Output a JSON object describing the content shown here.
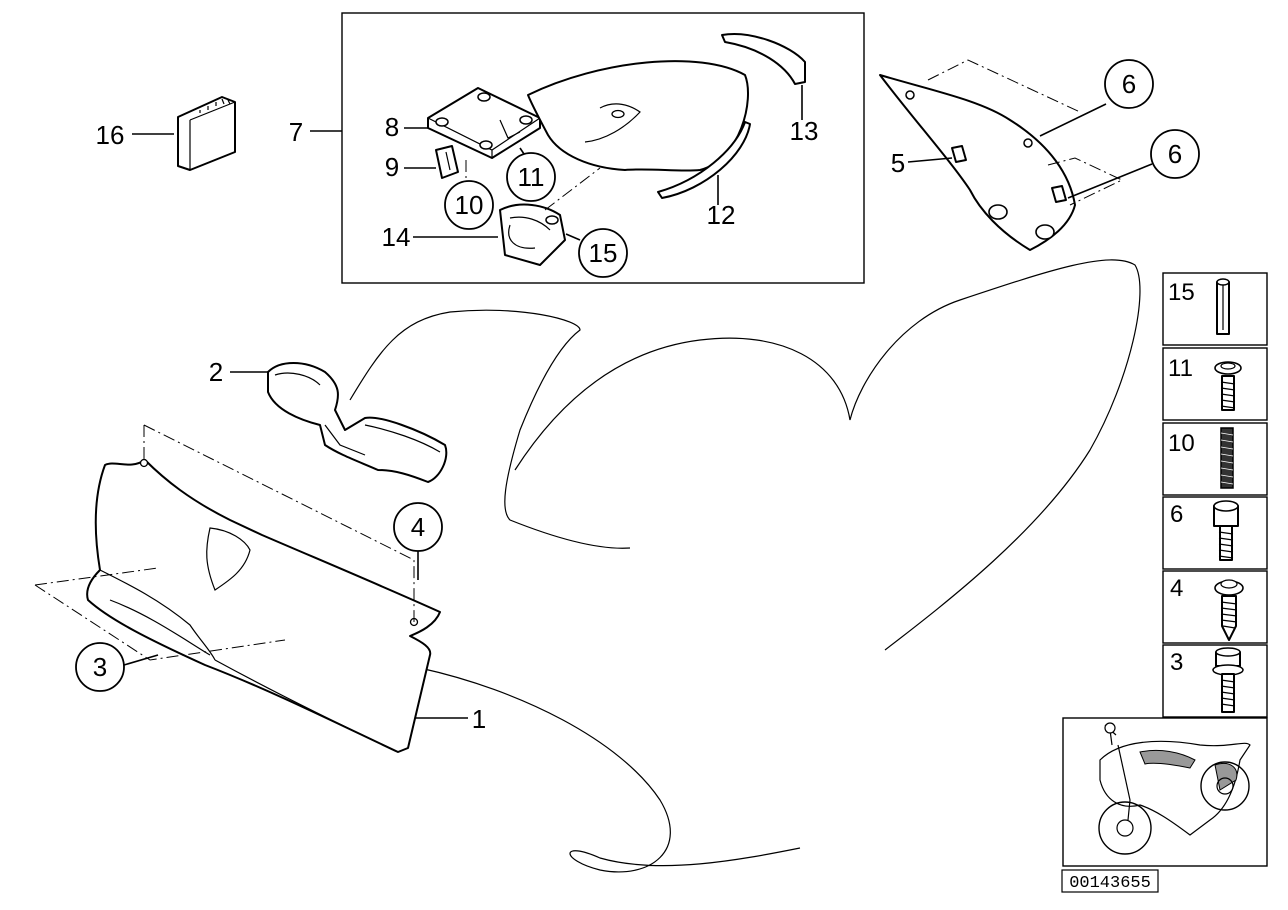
{
  "diagram": {
    "reference_number": "00143655",
    "callouts": {
      "c1": "1",
      "c2": "2",
      "c3": "3",
      "c4": "4",
      "c5": "5",
      "c6a": "6",
      "c6b": "6",
      "c7": "7",
      "c8": "8",
      "c9": "9",
      "c10": "10",
      "c11": "11",
      "c12": "12",
      "c13": "13",
      "c14": "14",
      "c15": "15",
      "c16": "16"
    },
    "legend": [
      {
        "number": "15",
        "icon": "roll-pin-icon"
      },
      {
        "number": "11",
        "icon": "screw-with-washer-icon"
      },
      {
        "number": "10",
        "icon": "threaded-stud-icon"
      },
      {
        "number": "6",
        "icon": "socket-head-bolt-icon"
      },
      {
        "number": "4",
        "icon": "tapping-screw-icon"
      },
      {
        "number": "3",
        "icon": "hex-bolt-with-washer-icon"
      }
    ],
    "thumbnail_icon": "motorcycle-location-icon"
  }
}
